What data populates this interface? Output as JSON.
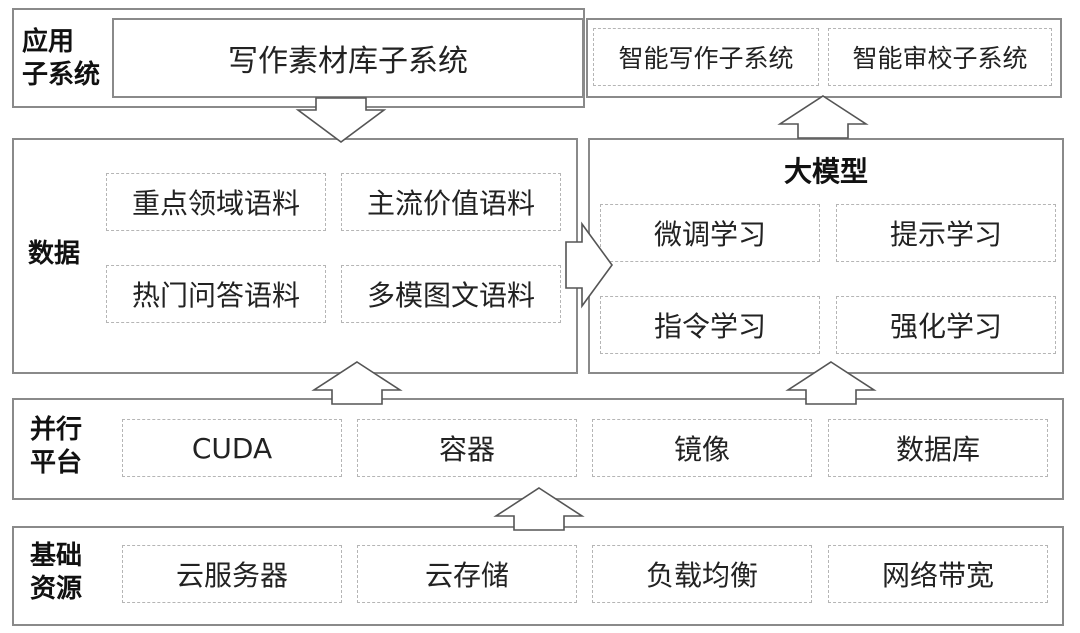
{
  "app": {
    "label_line1": "应用",
    "label_line2": "子系统",
    "writing_material": "写作素材库子系统",
    "smart_writing": "智能写作子系统",
    "smart_review": "智能审校子系统"
  },
  "data": {
    "label": "数据",
    "items": [
      "重点领域语料",
      "主流价值语料",
      "热门问答语料",
      "多模图文语料"
    ]
  },
  "model": {
    "title": "大模型",
    "items": [
      "微调学习",
      "提示学习",
      "指令学习",
      "强化学习"
    ]
  },
  "platform": {
    "label_line1": "并行",
    "label_line2": "平台",
    "items": [
      "CUDA",
      "容器",
      "镜像",
      "数据库"
    ]
  },
  "resources": {
    "label_line1": "基础",
    "label_line2": "资源",
    "items": [
      "云服务器",
      "云存储",
      "负载均衡",
      "网络带宽"
    ]
  }
}
